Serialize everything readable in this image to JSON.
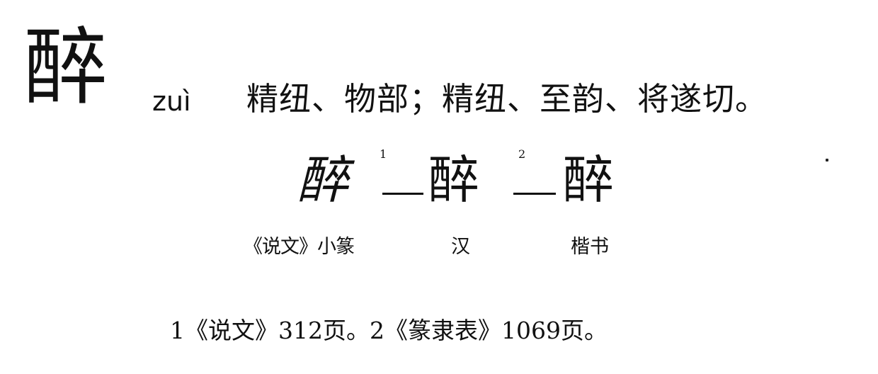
{
  "entry": {
    "character": "醉",
    "pinyin": "zuì",
    "fanqie": "精纽、物部；精纽、至韵、将遂切。"
  },
  "evolution": {
    "forms": [
      {
        "glyph": "醉",
        "script": "《说文》小篆"
      },
      {
        "glyph": "醉",
        "script": "汉"
      },
      {
        "glyph": "醉",
        "script": "楷书"
      }
    ],
    "footnote_marks": [
      "1",
      "2"
    ]
  },
  "footnote": "1《说文》312页。2《篆隶表》1069页。"
}
